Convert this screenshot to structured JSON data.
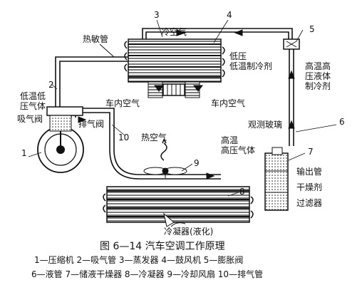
{
  "labels": {
    "cold_air": "冷空气",
    "thermo_tube": "热敏管",
    "low_pressure_refrigerant": "低压\n低温制冷剂",
    "high_temp_liquid": "高温高\n压液体\n制冷剂",
    "low_temp_gas": "低温低\n压气体",
    "suction_valve": "吸气阀",
    "discharge_valve": "排气阀",
    "cabin_air_left": "车内空气",
    "cabin_air_right": "车内空气",
    "hot_air": "热空气",
    "sight_glass": "观测玻璃",
    "high_temp_gas": "高温\n高压气体",
    "outlet_pipe": "输出管",
    "desiccant": "干燥剂",
    "filter": "过滤器",
    "condenser_liquefaction": "冷凝器(液化)"
  },
  "numbers": {
    "n1": "1",
    "n2": "2",
    "n3": "3",
    "n4": "4",
    "n5": "5",
    "n6": "6",
    "n7": "7",
    "n8": "8",
    "n9": "9",
    "n10": "10"
  },
  "caption": "图 6—14    汽车空调工作原理",
  "legend": {
    "line1": "1—压缩机  2—吸气管  3—蒸发器  4—鼓风机  5—膨胀阀",
    "line2": "6—液管  7—储液干燥器  8—冷凝器  9—冷却风扇  10—排气管"
  }
}
